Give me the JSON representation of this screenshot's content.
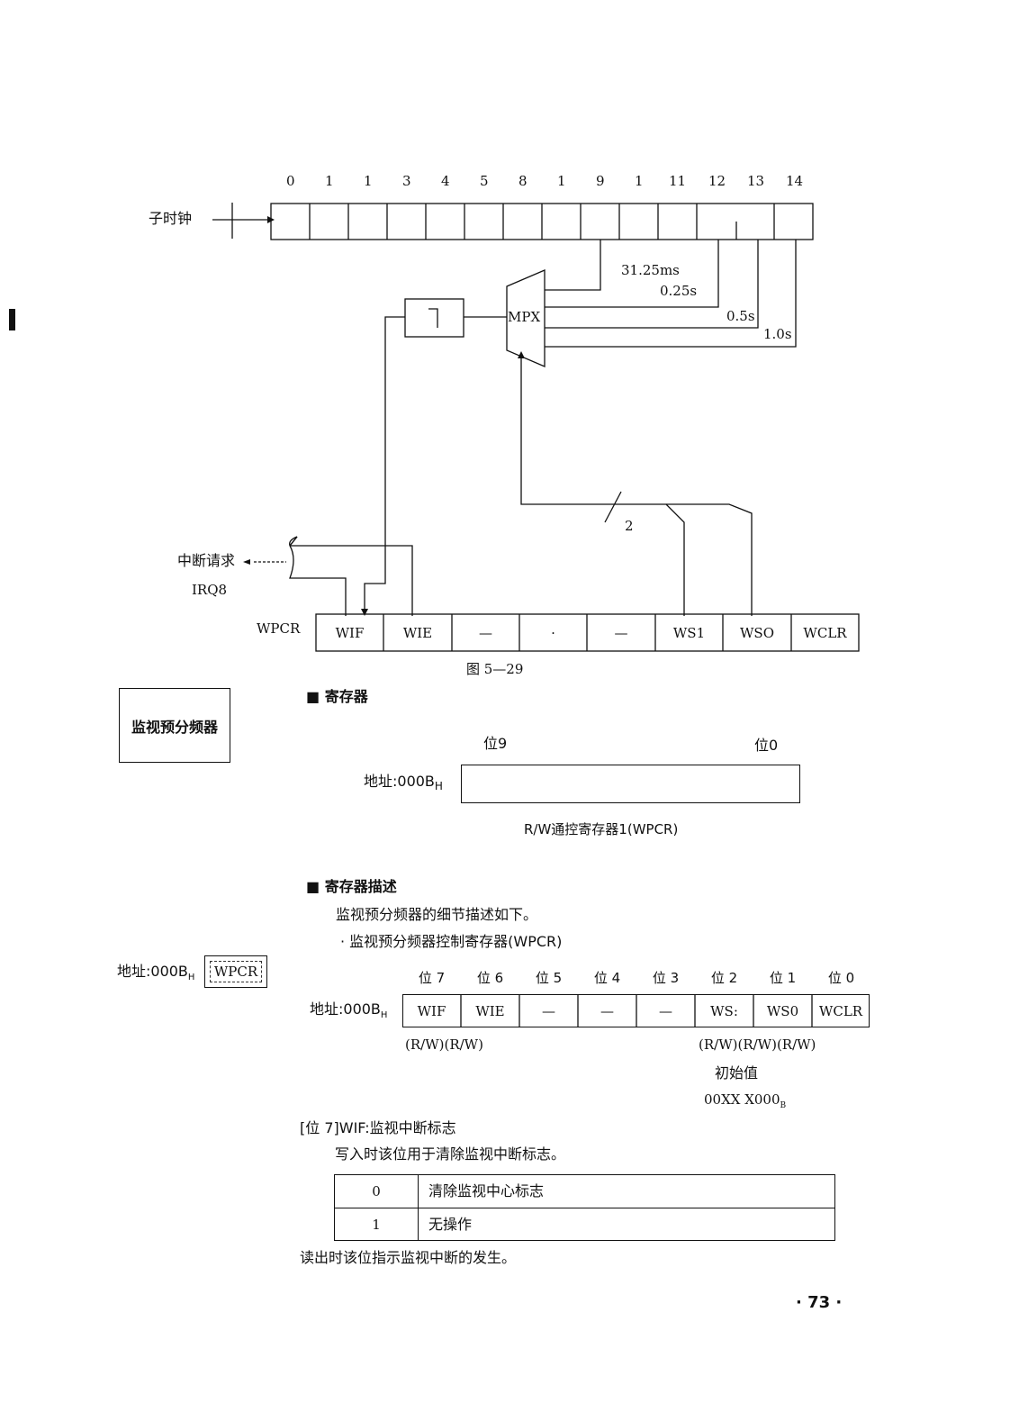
{
  "diagram": {
    "bit_numbers": [
      "0",
      "1",
      "1",
      "3",
      "4",
      "5",
      "8",
      "1",
      "9",
      "1",
      "11",
      "12",
      "13",
      "14"
    ],
    "sub_clock_label": "子时钟",
    "mpx_label": "MPX",
    "taps": [
      "31.25ms",
      "0.25s",
      "0.5s",
      "1.0s"
    ],
    "bus_width": "2",
    "interrupt_label": "中断请求",
    "irq_label": "IRQ8",
    "register_name": "WPCR",
    "register_cells": [
      "WIF",
      "WIE",
      "—",
      "·",
      "—",
      "WS1",
      "WSO",
      "WCLR"
    ],
    "figure_caption": "图 5—29"
  },
  "sidebar_box": "监视预分频器",
  "section_register": {
    "heading": "■ 寄存器",
    "bit_high": "位9",
    "bit_low": "位0",
    "address": "地址:000B",
    "address_sub": "H",
    "caption": "R/W通控寄存器1(WPCR)"
  },
  "section_description": {
    "heading": "■ 寄存器描述",
    "intro": "监视预分频器的细节描述如下。",
    "bullet": "· 监视预分频器控制寄存器(WPCR)",
    "side_address": "地址:000B",
    "side_address_sub": "H",
    "side_tag": "WPCR",
    "bit_headers": [
      "位 7",
      "位 6",
      "位 5",
      "位 4",
      "位 3",
      "位 2",
      "位 1",
      "位 0"
    ],
    "row_address": "地址:000B",
    "row_address_sub": "H",
    "cells": [
      "WIF",
      "WIE",
      "—",
      "—",
      "—",
      "WS:",
      "WS0",
      "WCLR"
    ],
    "access_left": "(R/W)(R/W)",
    "access_right": "(R/W)(R/W)(R/W)",
    "initial_label": "初始值",
    "initial_value": "00XX X000",
    "initial_value_sub": "B"
  },
  "bit7": {
    "title": "[位 7]WIF:监视中断标志",
    "write_note": "写入时该位用于清除监视中断标志。",
    "table": [
      {
        "value": "0",
        "desc": "清除监视中心标志"
      },
      {
        "value": "1",
        "desc": "无操作"
      }
    ],
    "read_note": "读出时该位指示监视中断的发生。"
  },
  "page_number": "· 73 ·"
}
